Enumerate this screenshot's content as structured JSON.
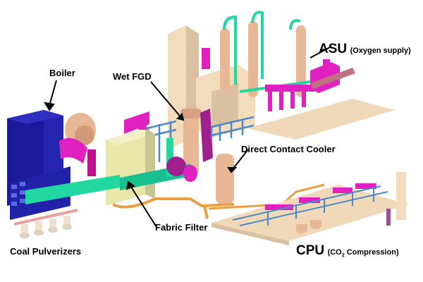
{
  "labels": {
    "boiler": "Boiler",
    "wet_fgd": "Wet FGD",
    "asu": "ASU",
    "asu_detail": "(Oxygen supply)",
    "direct_contact_cooler": "Direct Contact Cooler",
    "fabric_filter": "Fabric Filter",
    "coal_pulverizers": "Coal Pulverizers",
    "cpu": "CPU",
    "cpu_detail_open": "(CO",
    "cpu_detail_sub": "2",
    "cpu_detail_close": " Compression)"
  },
  "colors": {
    "boiler": "#1a1a9a",
    "structure": "#f0d9b8",
    "vessel": "#e8b896",
    "magenta": "#e020c0",
    "pipe_green": "#20d8a0",
    "steel_blue": "#4a8ac8",
    "filter": "#e8e6a8",
    "duct_orange": "#e8a040"
  }
}
